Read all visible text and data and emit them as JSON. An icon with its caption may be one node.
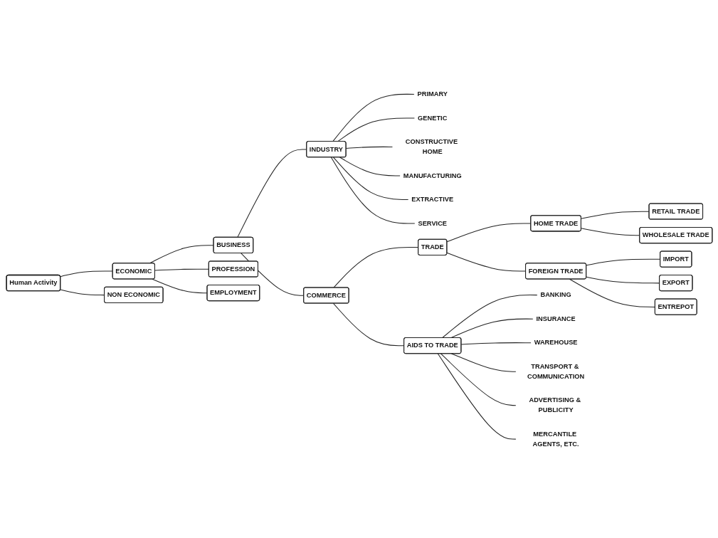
{
  "diagram": {
    "nodes": [
      {
        "text": [
          "Human Activity"
        ]
      },
      {
        "text": [
          "ECONOMIC"
        ]
      },
      {
        "text": [
          "NON ECONOMIC"
        ]
      },
      {
        "text": [
          "EMPLOYMENT"
        ]
      },
      {
        "text": [
          "PROFESSION"
        ]
      },
      {
        "text": [
          "BUSINESS"
        ]
      },
      {
        "text": [
          "INDUSTRY"
        ]
      },
      {
        "text": [
          "COMMERCE"
        ]
      },
      {
        "text": [
          "PRIMARY"
        ]
      },
      {
        "text": [
          "GENETIC"
        ]
      },
      {
        "text": [
          "CONSTRUCTIVE HOME"
        ]
      },
      {
        "text": [
          "MANUFACTURING"
        ]
      },
      {
        "text": [
          "EXTRACTIVE"
        ]
      },
      {
        "text": [
          "SERVICE"
        ]
      },
      {
        "text": [
          "TRADE"
        ]
      },
      {
        "text": [
          "AIDS TO TRADE"
        ]
      },
      {
        "text": [
          "HOME TRADE"
        ]
      },
      {
        "text": [
          "FOREIGN TRADE"
        ]
      },
      {
        "text": [
          "RETAIL TRADE"
        ]
      },
      {
        "text": [
          "WHOLESALE TRADE"
        ]
      },
      {
        "text": [
          "IMPORT"
        ]
      },
      {
        "text": [
          "EXPORT"
        ]
      },
      {
        "text": [
          "ENTREPOT"
        ]
      },
      {
        "text": [
          "BANKING"
        ]
      },
      {
        "text": [
          "INSURANCE"
        ]
      },
      {
        "text": [
          "WAREHOUSE"
        ]
      },
      {
        "text": [
          "TRANSPORT & COMMUNICATION"
        ]
      },
      {
        "text": [
          "ADVERTISING & PUBLICITY"
        ]
      },
      {
        "text": [
          "MERCANTILE AGENTS, ETC."
        ]
      }
    ],
    "edges": [
      {
        "from": 0,
        "to": 1,
        "arrow": "none"
      },
      {
        "from": 0,
        "to": 2,
        "arrow": "none"
      },
      {
        "from": 1,
        "to": 3,
        "arrow": "none"
      },
      {
        "from": 1,
        "to": 4,
        "arrow": "none"
      },
      {
        "from": 1,
        "to": 5,
        "arrow": "none"
      },
      {
        "from": 5,
        "to": 6,
        "arrow": "none"
      },
      {
        "from": 5,
        "to": 7,
        "arrow": "none"
      },
      {
        "from": 6,
        "to": 8,
        "arrow": "none"
      },
      {
        "from": 6,
        "to": 9,
        "arrow": "none"
      },
      {
        "from": 6,
        "to": 10,
        "arrow": "none"
      },
      {
        "from": 6,
        "to": 11,
        "arrow": "none"
      },
      {
        "from": 6,
        "to": 12,
        "arrow": "none"
      },
      {
        "from": 6,
        "to": 13,
        "arrow": "none"
      },
      {
        "from": 7,
        "to": 14,
        "arrow": "none"
      },
      {
        "from": 7,
        "to": 15,
        "arrow": "none"
      },
      {
        "from": 14,
        "to": 16,
        "arrow": "none"
      },
      {
        "from": 14,
        "to": 17,
        "arrow": "none"
      },
      {
        "from": 16,
        "to": 18,
        "arrow": "none"
      },
      {
        "from": 16,
        "to": 19,
        "arrow": "none"
      },
      {
        "from": 17,
        "to": 20,
        "arrow": "none"
      },
      {
        "from": 17,
        "to": 21,
        "arrow": "none"
      },
      {
        "from": 17,
        "to": 22,
        "arrow": "none"
      },
      {
        "from": 15,
        "to": 23,
        "arrow": "none"
      },
      {
        "from": 15,
        "to": 24,
        "arrow": "none"
      },
      {
        "from": 15,
        "to": 25,
        "arrow": "none"
      },
      {
        "from": 15,
        "to": 26,
        "arrow": "none"
      },
      {
        "from": 15,
        "to": 27,
        "arrow": "none"
      },
      {
        "from": 15,
        "to": 28,
        "arrow": "none"
      }
    ]
  }
}
